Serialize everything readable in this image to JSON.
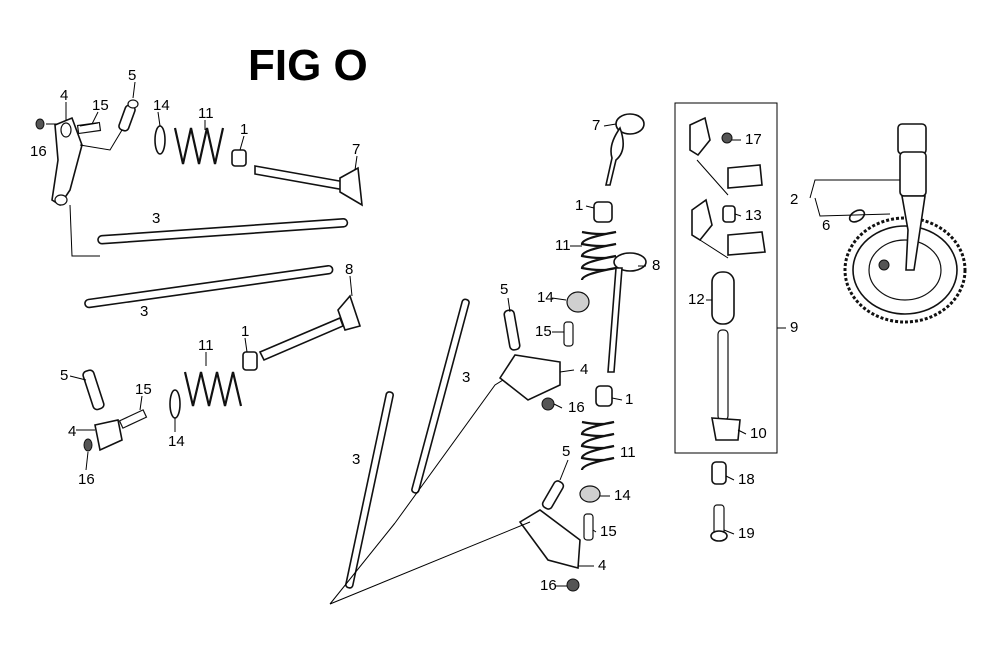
{
  "figure": {
    "title": "FIG O"
  },
  "parts": [
    {
      "id": "valve-in-left",
      "ref": "7"
    },
    {
      "id": "valve-ex-left",
      "ref": "8"
    },
    {
      "id": "pushrod",
      "ref": "3"
    },
    {
      "id": "rocker-arm",
      "ref": "4"
    },
    {
      "id": "pivot-bolt",
      "ref": "5"
    },
    {
      "id": "spring-retainer",
      "ref": "14"
    },
    {
      "id": "valve-spring",
      "ref": "11"
    },
    {
      "id": "valve-rotator",
      "ref": "1"
    },
    {
      "id": "nut",
      "ref": "16"
    },
    {
      "id": "adjust-screw",
      "ref": "15"
    },
    {
      "id": "camshaft-assy",
      "ref": "2"
    },
    {
      "id": "cam-pin",
      "ref": "6"
    },
    {
      "id": "decomp-assy",
      "ref": "9"
    },
    {
      "id": "lifter",
      "ref": "10"
    },
    {
      "id": "spacer",
      "ref": "12"
    },
    {
      "id": "spring-decomp",
      "ref": "13"
    },
    {
      "id": "clip",
      "ref": "17"
    },
    {
      "id": "collar",
      "ref": "18"
    },
    {
      "id": "bolt",
      "ref": "19"
    }
  ],
  "callouts": [
    {
      "text": "5"
    },
    {
      "text": "4"
    },
    {
      "text": "15"
    },
    {
      "text": "14"
    },
    {
      "text": "11"
    },
    {
      "text": "1"
    },
    {
      "text": "16"
    },
    {
      "text": "7"
    },
    {
      "text": "3"
    },
    {
      "text": "3"
    },
    {
      "text": "8"
    },
    {
      "text": "5"
    },
    {
      "text": "11"
    },
    {
      "text": "1"
    },
    {
      "text": "15"
    },
    {
      "text": "4"
    },
    {
      "text": "14"
    },
    {
      "text": "16"
    },
    {
      "text": "7"
    },
    {
      "text": "1"
    },
    {
      "text": "11"
    },
    {
      "text": "8"
    },
    {
      "text": "5"
    },
    {
      "text": "14"
    },
    {
      "text": "15"
    },
    {
      "text": "4"
    },
    {
      "text": "3"
    },
    {
      "text": "16"
    },
    {
      "text": "1"
    },
    {
      "text": "3"
    },
    {
      "text": "11"
    },
    {
      "text": "5"
    },
    {
      "text": "14"
    },
    {
      "text": "15"
    },
    {
      "text": "4"
    },
    {
      "text": "16"
    },
    {
      "text": "17"
    },
    {
      "text": "13"
    },
    {
      "text": "12"
    },
    {
      "text": "9"
    },
    {
      "text": "10"
    },
    {
      "text": "18"
    },
    {
      "text": "19"
    },
    {
      "text": "2"
    },
    {
      "text": "6"
    }
  ]
}
